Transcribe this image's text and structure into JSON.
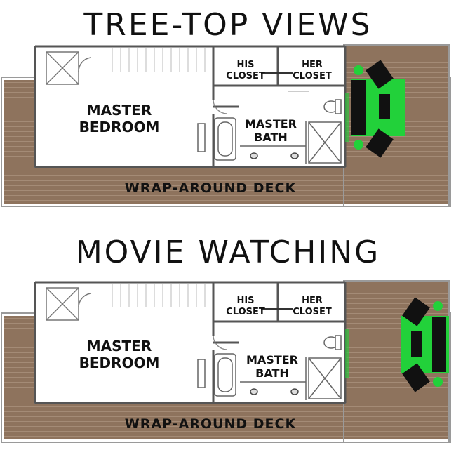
{
  "panels": [
    {
      "title": "TREE-TOP VIEWS",
      "labels": {
        "his_closet": [
          "HIS",
          "CLOSET"
        ],
        "her_closet": [
          "HER",
          "CLOSET"
        ],
        "master_bedroom": [
          "MASTER",
          "BEDROOM"
        ],
        "master_bath": [
          "MASTER",
          "BATH"
        ],
        "deck": "WRAP-AROUND DECK"
      },
      "furniture_arrangement": "facing-house"
    },
    {
      "title": "MOVIE WATCHING",
      "labels": {
        "his_closet": [
          "HIS",
          "CLOSET"
        ],
        "her_closet": [
          "HER",
          "CLOSET"
        ],
        "master_bedroom": [
          "MASTER",
          "BEDROOM"
        ],
        "master_bath": [
          "MASTER",
          "BATH"
        ],
        "deck": "WRAP-AROUND DECK"
      },
      "furniture_arrangement": "facing-away"
    }
  ],
  "colors": {
    "deck": "#8e735d",
    "deck_line": "#a48b76",
    "furniture_green": "#22d13a",
    "furniture_dark": "#111111",
    "wall": "#555555",
    "floor": "#ffffff"
  }
}
